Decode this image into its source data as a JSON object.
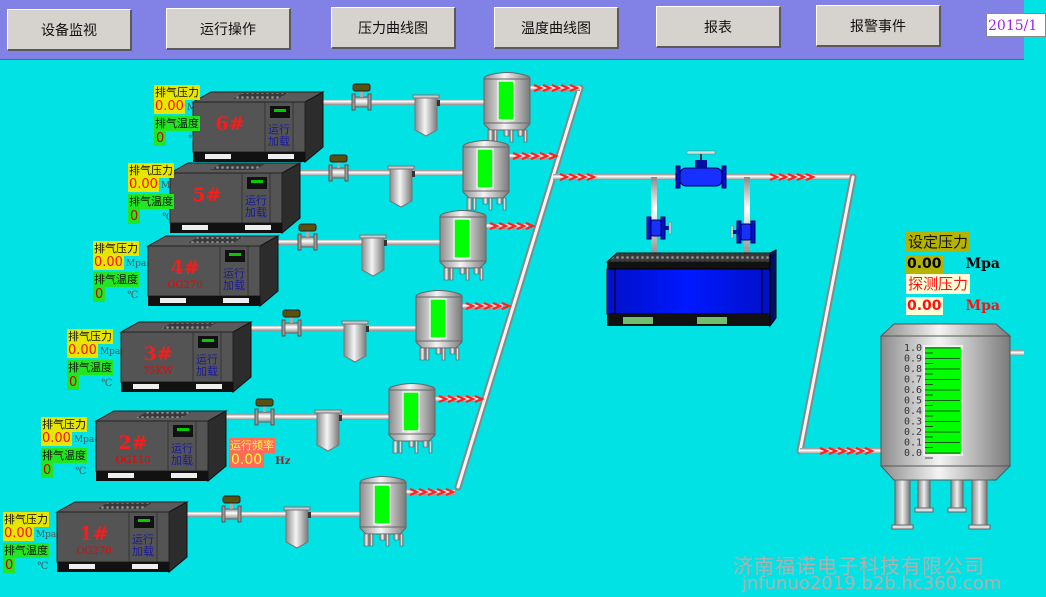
{
  "nav": {
    "buttons": [
      {
        "label": "设备监视"
      },
      {
        "label": "运行操作"
      },
      {
        "label": "压力曲线图"
      },
      {
        "label": "温度曲线图"
      },
      {
        "label": "报表"
      },
      {
        "label": "报警事件"
      }
    ],
    "date_text": "2015/1"
  },
  "compressors": [
    {
      "id": "6#",
      "model": "",
      "status": [
        "运行",
        "加载"
      ],
      "pressure_label": "排气压力",
      "pressure": "0.00",
      "pressure_unit": "Mpa",
      "temp_label": "排气温度",
      "temp": "0",
      "temp_unit": "℃"
    },
    {
      "id": "5#",
      "model": "",
      "status": [
        "运行",
        "加载"
      ],
      "pressure_label": "排气压力",
      "pressure": "0.00",
      "pressure_unit": "Mpa",
      "temp_label": "排气温度",
      "temp": "0",
      "temp_unit": "℃"
    },
    {
      "id": "4#",
      "model": "OG270",
      "status": [
        "运行",
        "加载"
      ],
      "pressure_label": "排气压力",
      "pressure": "0.00",
      "pressure_unit": "Mpa",
      "temp_label": "排气温度",
      "temp": "0",
      "temp_unit": "℃"
    },
    {
      "id": "3#",
      "model": "75KW",
      "status": [
        "运行",
        "加载"
      ],
      "pressure_label": "排气压力",
      "pressure": "0.00",
      "pressure_unit": "Mpa",
      "temp_label": "排气温度",
      "temp": "0",
      "temp_unit": "℃"
    },
    {
      "id": "2#",
      "model": "OG110",
      "status": [
        "运行",
        "加载"
      ],
      "pressure_label": "排气压力",
      "pressure": "0.00",
      "pressure_unit": "Mpa",
      "temp_label": "排气温度",
      "temp": "0",
      "temp_unit": "℃"
    },
    {
      "id": "1#",
      "model": "OG270",
      "status": [
        "运行",
        "加载"
      ],
      "pressure_label": "排气压力",
      "pressure": "0.00",
      "pressure_unit": "Mpa",
      "temp_label": "排气温度",
      "temp": "0",
      "temp_unit": "℃"
    }
  ],
  "frequency": {
    "label": "运行频率",
    "value": "0.00",
    "unit": "Hz"
  },
  "setpoint": {
    "label": "设定压力",
    "value": "0.00",
    "unit": "Mpa"
  },
  "detected": {
    "label": "探测压力",
    "value": "0.00",
    "unit": "Mpa"
  },
  "tank_gauge": {
    "ticks": [
      "1.0",
      "0.9",
      "0.8",
      "0.7",
      "0.6",
      "0.5",
      "0.4",
      "0.3",
      "0.2",
      "0.1",
      "0.0"
    ],
    "level": 1.0
  },
  "colors": {
    "background": "#00e2e4",
    "topbar": "#8282e6",
    "level_green": "#00ff00",
    "dryer_blue": "#0014ff",
    "flow_red": "#ff2020"
  },
  "watermark": {
    "company": "济南福诺电子科技有限公司",
    "url": "jnfunuo2019.b2b.hc360.com"
  }
}
